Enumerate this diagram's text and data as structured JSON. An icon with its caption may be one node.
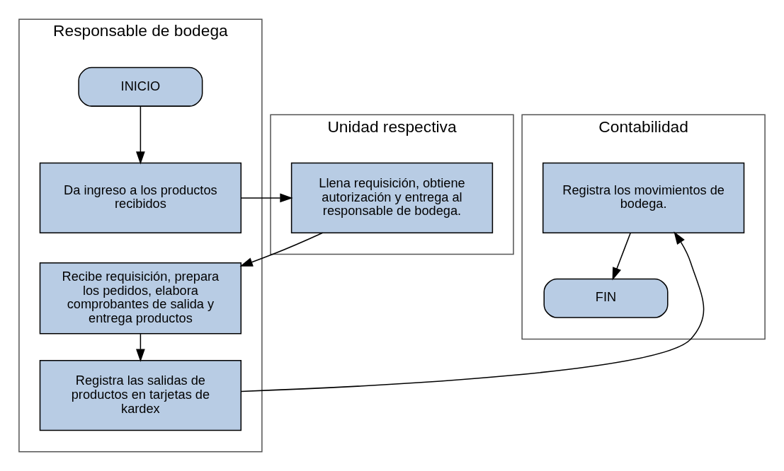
{
  "diagram": {
    "nodes": [
      {
        "text": [
          "Responsable de bodega"
        ]
      },
      {
        "text": [
          "Unidad respectiva"
        ]
      },
      {
        "text": [
          "Contabilidad"
        ]
      },
      {
        "text": [
          "INICIO"
        ],
        "in": 0
      },
      {
        "text": [
          "Da ingreso a los productos recibidos"
        ],
        "in": 0
      },
      {
        "text": [
          "Recibe requisición, prepara los pedidos, elabora comprobantes de salida y entrega productos"
        ],
        "in": 0
      },
      {
        "text": [
          "Registra las salidas de productos en tarjetas de kardex"
        ],
        "in": 0
      },
      {
        "text": [
          "Llena requisición, obtiene autorización y entrega al responsable de bodega."
        ],
        "in": 1
      },
      {
        "text": [
          "Registra los movimientos de bodega."
        ],
        "in": 2
      },
      {
        "text": [
          "FIN"
        ],
        "in": 2
      }
    ],
    "edges": [
      {
        "from": 3,
        "to": 4,
        "arrow": "to"
      },
      {
        "from": 4,
        "to": 7,
        "arrow": "to"
      },
      {
        "from": 7,
        "to": 5,
        "arrow": "to"
      },
      {
        "from": 5,
        "to": 6,
        "arrow": "to"
      },
      {
        "from": 6,
        "to": 8,
        "arrow": "to"
      },
      {
        "from": 8,
        "to": 9,
        "arrow": "to"
      }
    ]
  }
}
